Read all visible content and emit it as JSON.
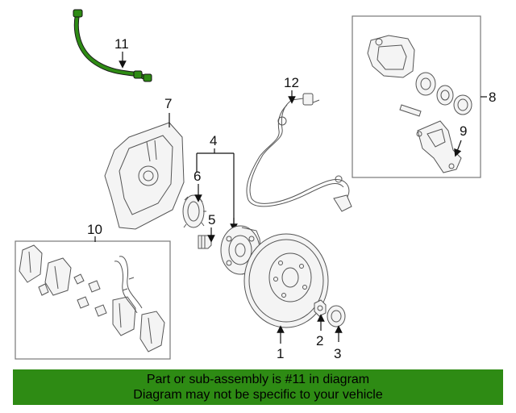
{
  "callouts": {
    "c1": "1",
    "c2": "2",
    "c3": "3",
    "c4": "4",
    "c5": "5",
    "c6": "6",
    "c7": "7",
    "c8": "8",
    "c9": "9",
    "c10": "10",
    "c11": "11",
    "c12": "12"
  },
  "highlight_color": "#2e8b14",
  "banner": {
    "line1": "Part or sub-assembly is #11 in diagram",
    "line2": "Diagram may not be specific to your vehicle"
  }
}
